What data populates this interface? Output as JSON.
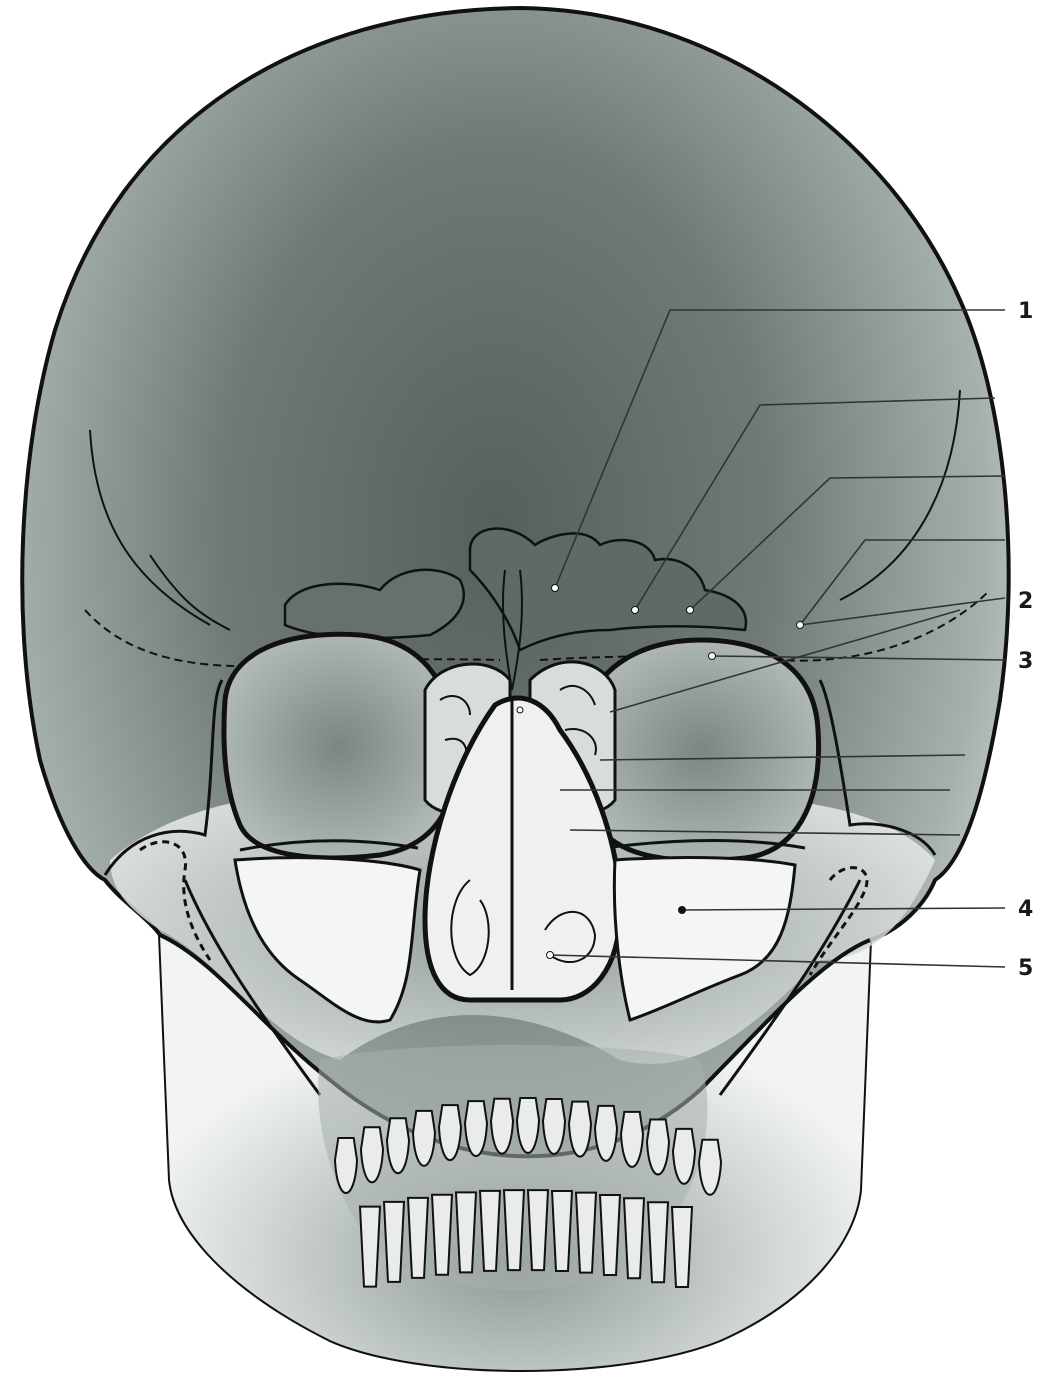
{
  "figure": {
    "callouts": [
      {
        "id": "1",
        "label": "1"
      },
      {
        "id": "2",
        "label": "2"
      },
      {
        "id": "3",
        "label": "3"
      },
      {
        "id": "4",
        "label": "4"
      },
      {
        "id": "5",
        "label": "5"
      }
    ],
    "colors": {
      "background": "#ffffff",
      "film_dark": "#4f5a55",
      "film_mid": "#7d8983",
      "film_light": "#c9d0cc",
      "outline": "#111111",
      "leader": "#333333"
    }
  }
}
